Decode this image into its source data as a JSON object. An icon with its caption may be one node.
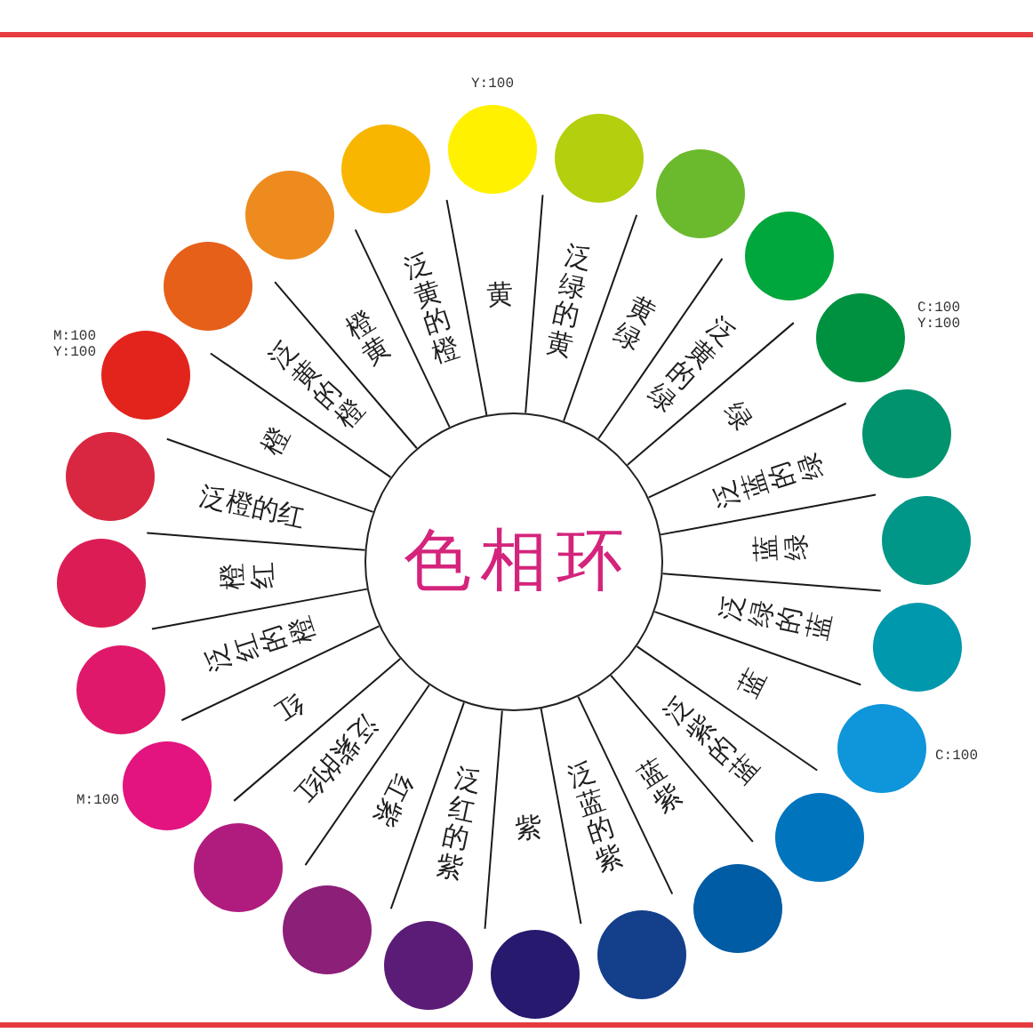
{
  "diagram": {
    "nodes": [
      {
        "text": [
          "色相环"
        ]
      },
      {
        "text": [],
        "shape": "circle",
        "beside": [
          "Y:100"
        ]
      },
      {
        "text": [],
        "shape": "circle"
      },
      {
        "text": [],
        "shape": "circle"
      },
      {
        "text": [],
        "shape": "circle"
      },
      {
        "text": [],
        "shape": "circle",
        "beside": [
          "C:100 Y:100"
        ]
      },
      {
        "text": [],
        "shape": "circle"
      },
      {
        "text": [],
        "shape": "circle"
      },
      {
        "text": [],
        "shape": "circle"
      },
      {
        "text": [],
        "shape": "circle",
        "beside": [
          "C:100"
        ]
      },
      {
        "text": [],
        "shape": "circle"
      },
      {
        "text": [],
        "shape": "circle"
      },
      {
        "text": [],
        "shape": "circle"
      },
      {
        "text": [],
        "shape": "circle"
      },
      {
        "text": [],
        "shape": "circle"
      },
      {
        "text": [],
        "shape": "circle"
      },
      {
        "text": [],
        "shape": "circle"
      },
      {
        "text": [],
        "shape": "circle",
        "beside": [
          "M:100"
        ]
      },
      {
        "text": [],
        "shape": "circle"
      },
      {
        "text": [],
        "shape": "circle"
      },
      {
        "text": [],
        "shape": "circle"
      },
      {
        "text": [],
        "shape": "circle",
        "beside": [
          "M:100 Y:100"
        ]
      },
      {
        "text": [],
        "shape": "circle"
      },
      {
        "text": [],
        "shape": "circle"
      },
      {
        "text": [],
        "shape": "circle"
      }
    ],
    "labels": [
      "黄",
      "泛绿的黄",
      "黄绿",
      "泛黄的绿",
      "绿",
      "泛蓝的绿",
      "蓝绿",
      "泛绿的蓝",
      "蓝",
      "泛紫的蓝",
      "蓝紫",
      "泛蓝的紫",
      "紫",
      "泛红的紫",
      "红紫",
      "泛紫的红",
      "红",
      "泛红的橙",
      "橙红",
      "泛橙的红",
      "橙",
      "泛黄的橙",
      "橙黄",
      "泛黄的橙"
    ]
  }
}
